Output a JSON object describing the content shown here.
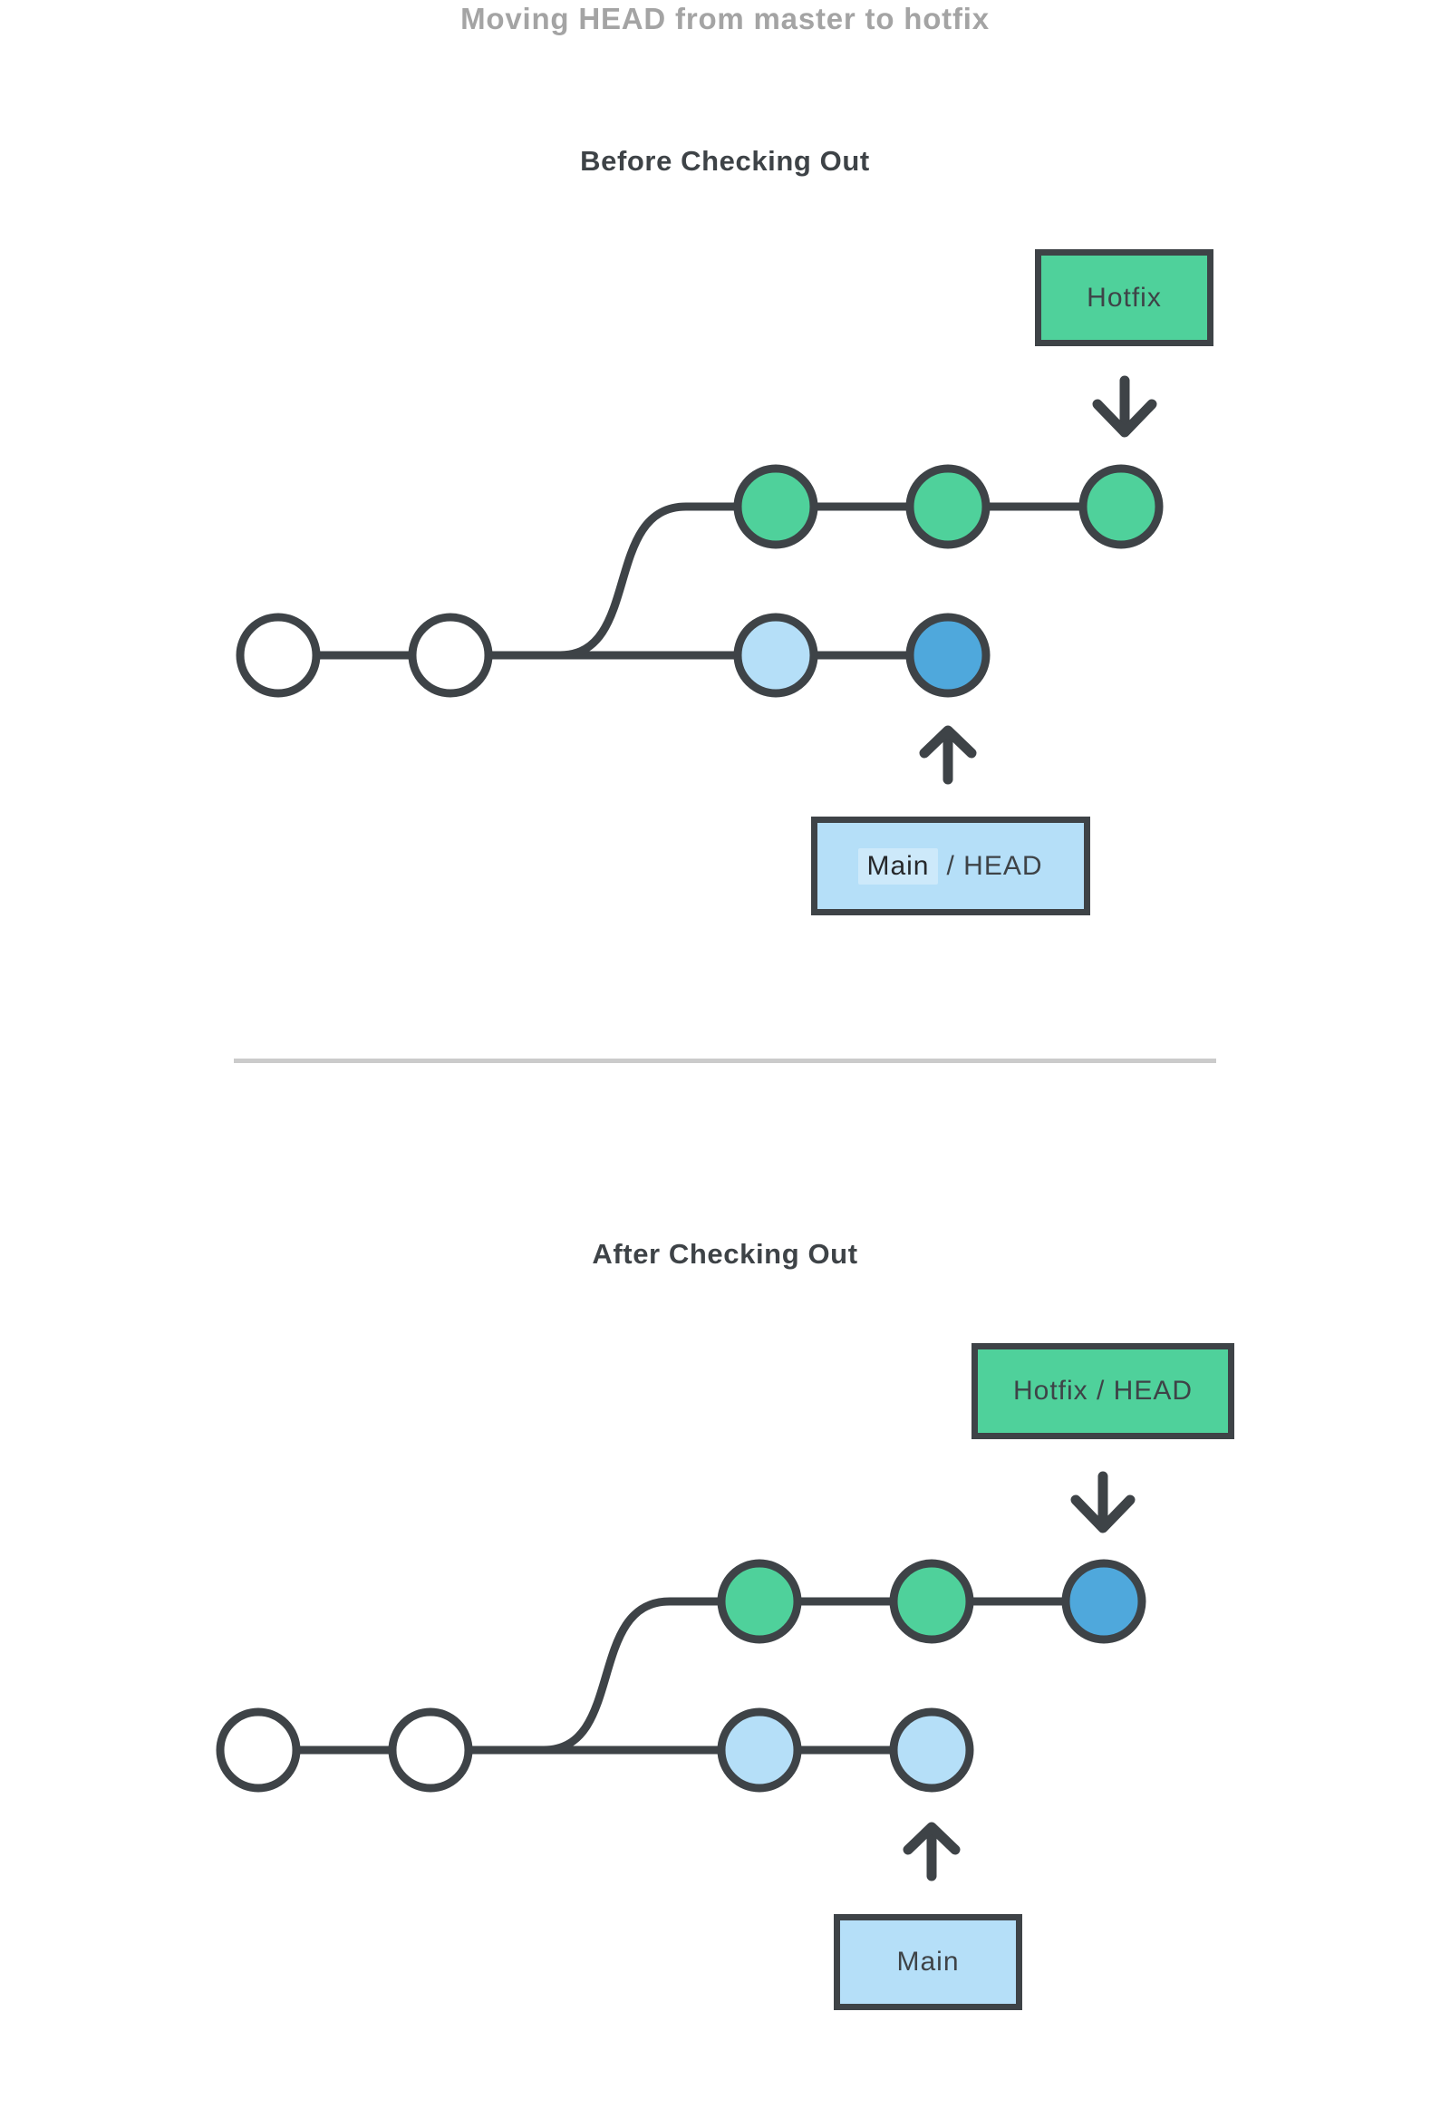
{
  "page": {
    "title": "Moving HEAD from master to hotfix"
  },
  "colors": {
    "commit_green": "#4FD19B",
    "commit_light_blue": "#B5DFF8",
    "commit_dark_blue": "#4FA8DC",
    "commit_white": "#FFFFFF",
    "outline_dark": "#3E4347",
    "title_grey": "#A4A4A4",
    "divider_grey": "#CBCBCB"
  },
  "before": {
    "heading": "Before Checking Out",
    "hotfix_label": "Hotfix",
    "main_label_primary": "Main",
    "main_label_secondary": "/ HEAD",
    "hotfix_commits": [
      "#4FD19B",
      "#4FD19B",
      "#4FD19B"
    ],
    "main_commits": [
      "#FFFFFF",
      "#FFFFFF",
      "#B5DFF8",
      "#4FA8DC"
    ]
  },
  "after": {
    "heading": "After Checking Out",
    "hotfix_label": "Hotfix / HEAD",
    "main_label": "Main",
    "hotfix_commits": [
      "#4FD19B",
      "#4FD19B",
      "#4FA8DC"
    ],
    "main_commits": [
      "#FFFFFF",
      "#FFFFFF",
      "#B5DFF8",
      "#B5DFF8"
    ]
  }
}
